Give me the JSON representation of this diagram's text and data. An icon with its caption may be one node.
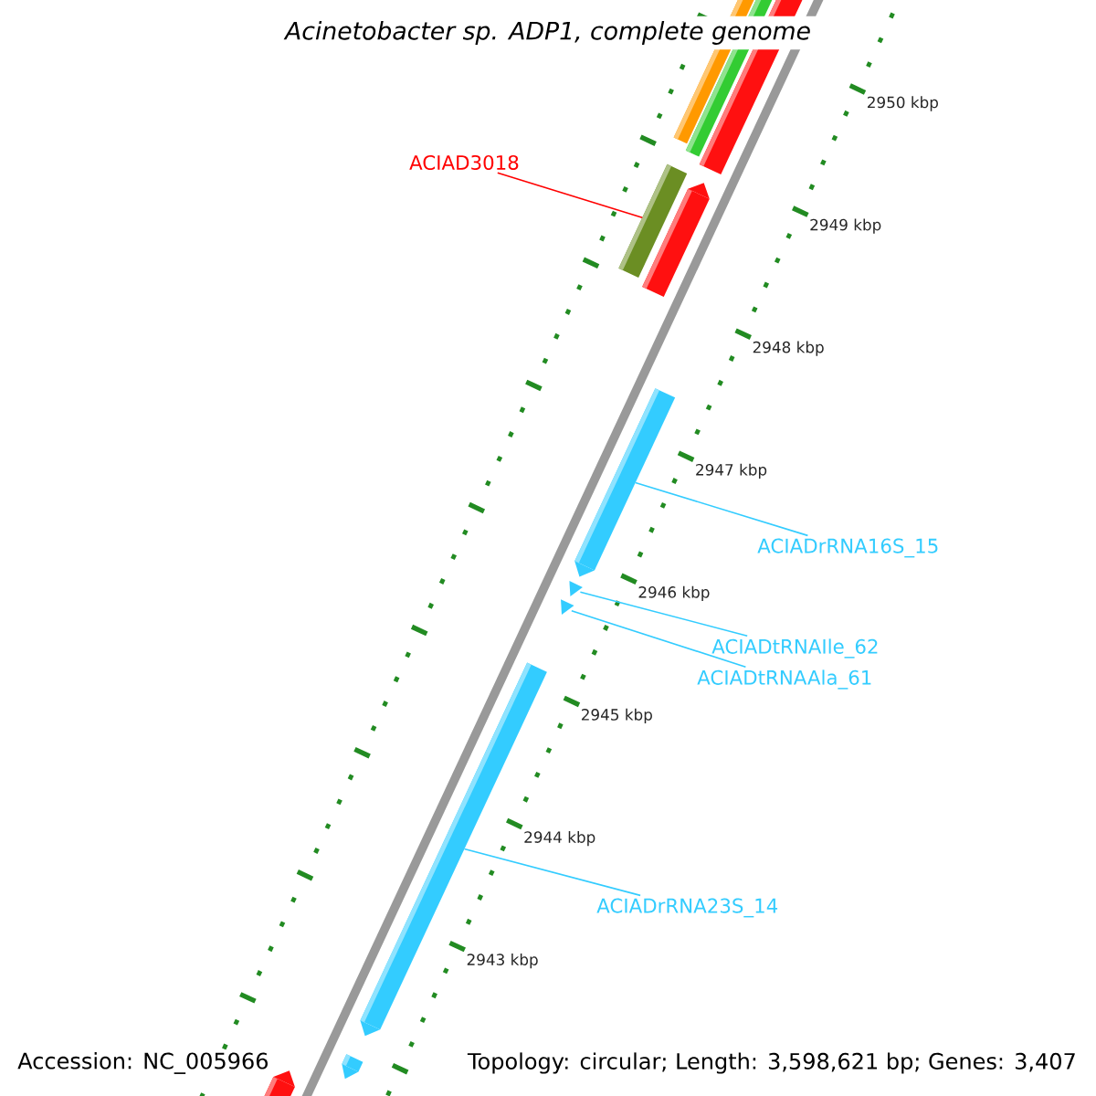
{
  "diagram": {
    "title": "Acinetobacter sp. ADP1, complete genome",
    "nodes": [
      {
        "text": [
          "ACIAD3018"
        ]
      },
      {
        "text": [],
        "shape": "bar"
      },
      {
        "text": [
          "ACIADrRNA16S_15"
        ]
      },
      {
        "text": [],
        "shape": "bar"
      },
      {
        "text": [
          "ACIADtRNAIle_62"
        ]
      },
      {
        "text": [],
        "shape": "triangle"
      },
      {
        "text": [
          "ACIADtRNAAla_61"
        ]
      },
      {
        "text": [],
        "shape": "triangle"
      },
      {
        "text": [
          "ACIADrRNA23S_14"
        ]
      },
      {
        "text": [],
        "shape": "bar"
      }
    ],
    "edges": [
      {
        "from": 0,
        "to": 1,
        "arrow": "none",
        "color": "#ff0000"
      },
      {
        "from": 2,
        "to": 3,
        "arrow": "none"
      },
      {
        "from": 4,
        "to": 5,
        "arrow": "none"
      },
      {
        "from": 6,
        "to": 7,
        "arrow": "none"
      },
      {
        "from": 8,
        "to": 9,
        "arrow": "none"
      }
    ],
    "labels": [
      "2950 kbp",
      "2949 kbp",
      "2948 kbp",
      "2947 kbp",
      "2946 kbp",
      "2945 kbp",
      "2944 kbp",
      "2943 kbp",
      "Accession: NC_005966",
      "Topology: circular; Length: 3,598,621 bp; Genes: 3,407"
    ]
  }
}
